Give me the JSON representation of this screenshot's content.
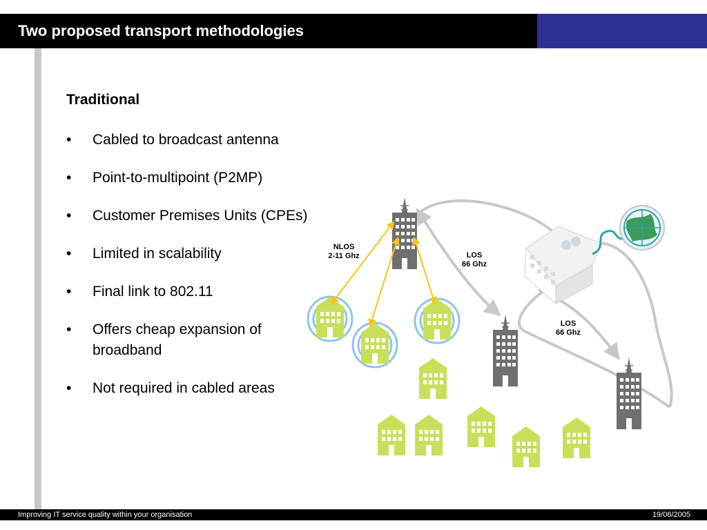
{
  "slide": {
    "title": "Two proposed transport methodologies",
    "heading": "Traditional",
    "bullet_symbol": "•",
    "bullets": [
      "Cabled to broadcast antenna",
      "Point-to-multipoint (P2MP)",
      "Customer Premises Units (CPEs)",
      "Limited in scalability",
      "Final link to 802.11",
      "Offers cheap expansion of broadband",
      "Not required in cabled areas"
    ]
  },
  "diagram": {
    "link_labels": {
      "nlos_line1": "NLOS",
      "nlos_line2": "2-11 Ghz",
      "los1_line1": "LOS",
      "los1_line2": "66 Ghz",
      "los2_line1": "LOS",
      "los2_line2": "66 Ghz"
    }
  },
  "footer": {
    "left": "Improving IT service quality within your organisation",
    "right": "19/06/2005"
  },
  "colors": {
    "title_bar": "#000000",
    "accent_block": "#2e3192",
    "side_rule": "#c8c8c8",
    "tower": "#6f6f6f",
    "building": "#c6e05a",
    "signal_ring": "#8fc4ee",
    "nlos_arrow": "#f5c518",
    "los_path": "#c8c8c8",
    "globe": "#2aa5a5",
    "footer_bar": "#000000"
  }
}
